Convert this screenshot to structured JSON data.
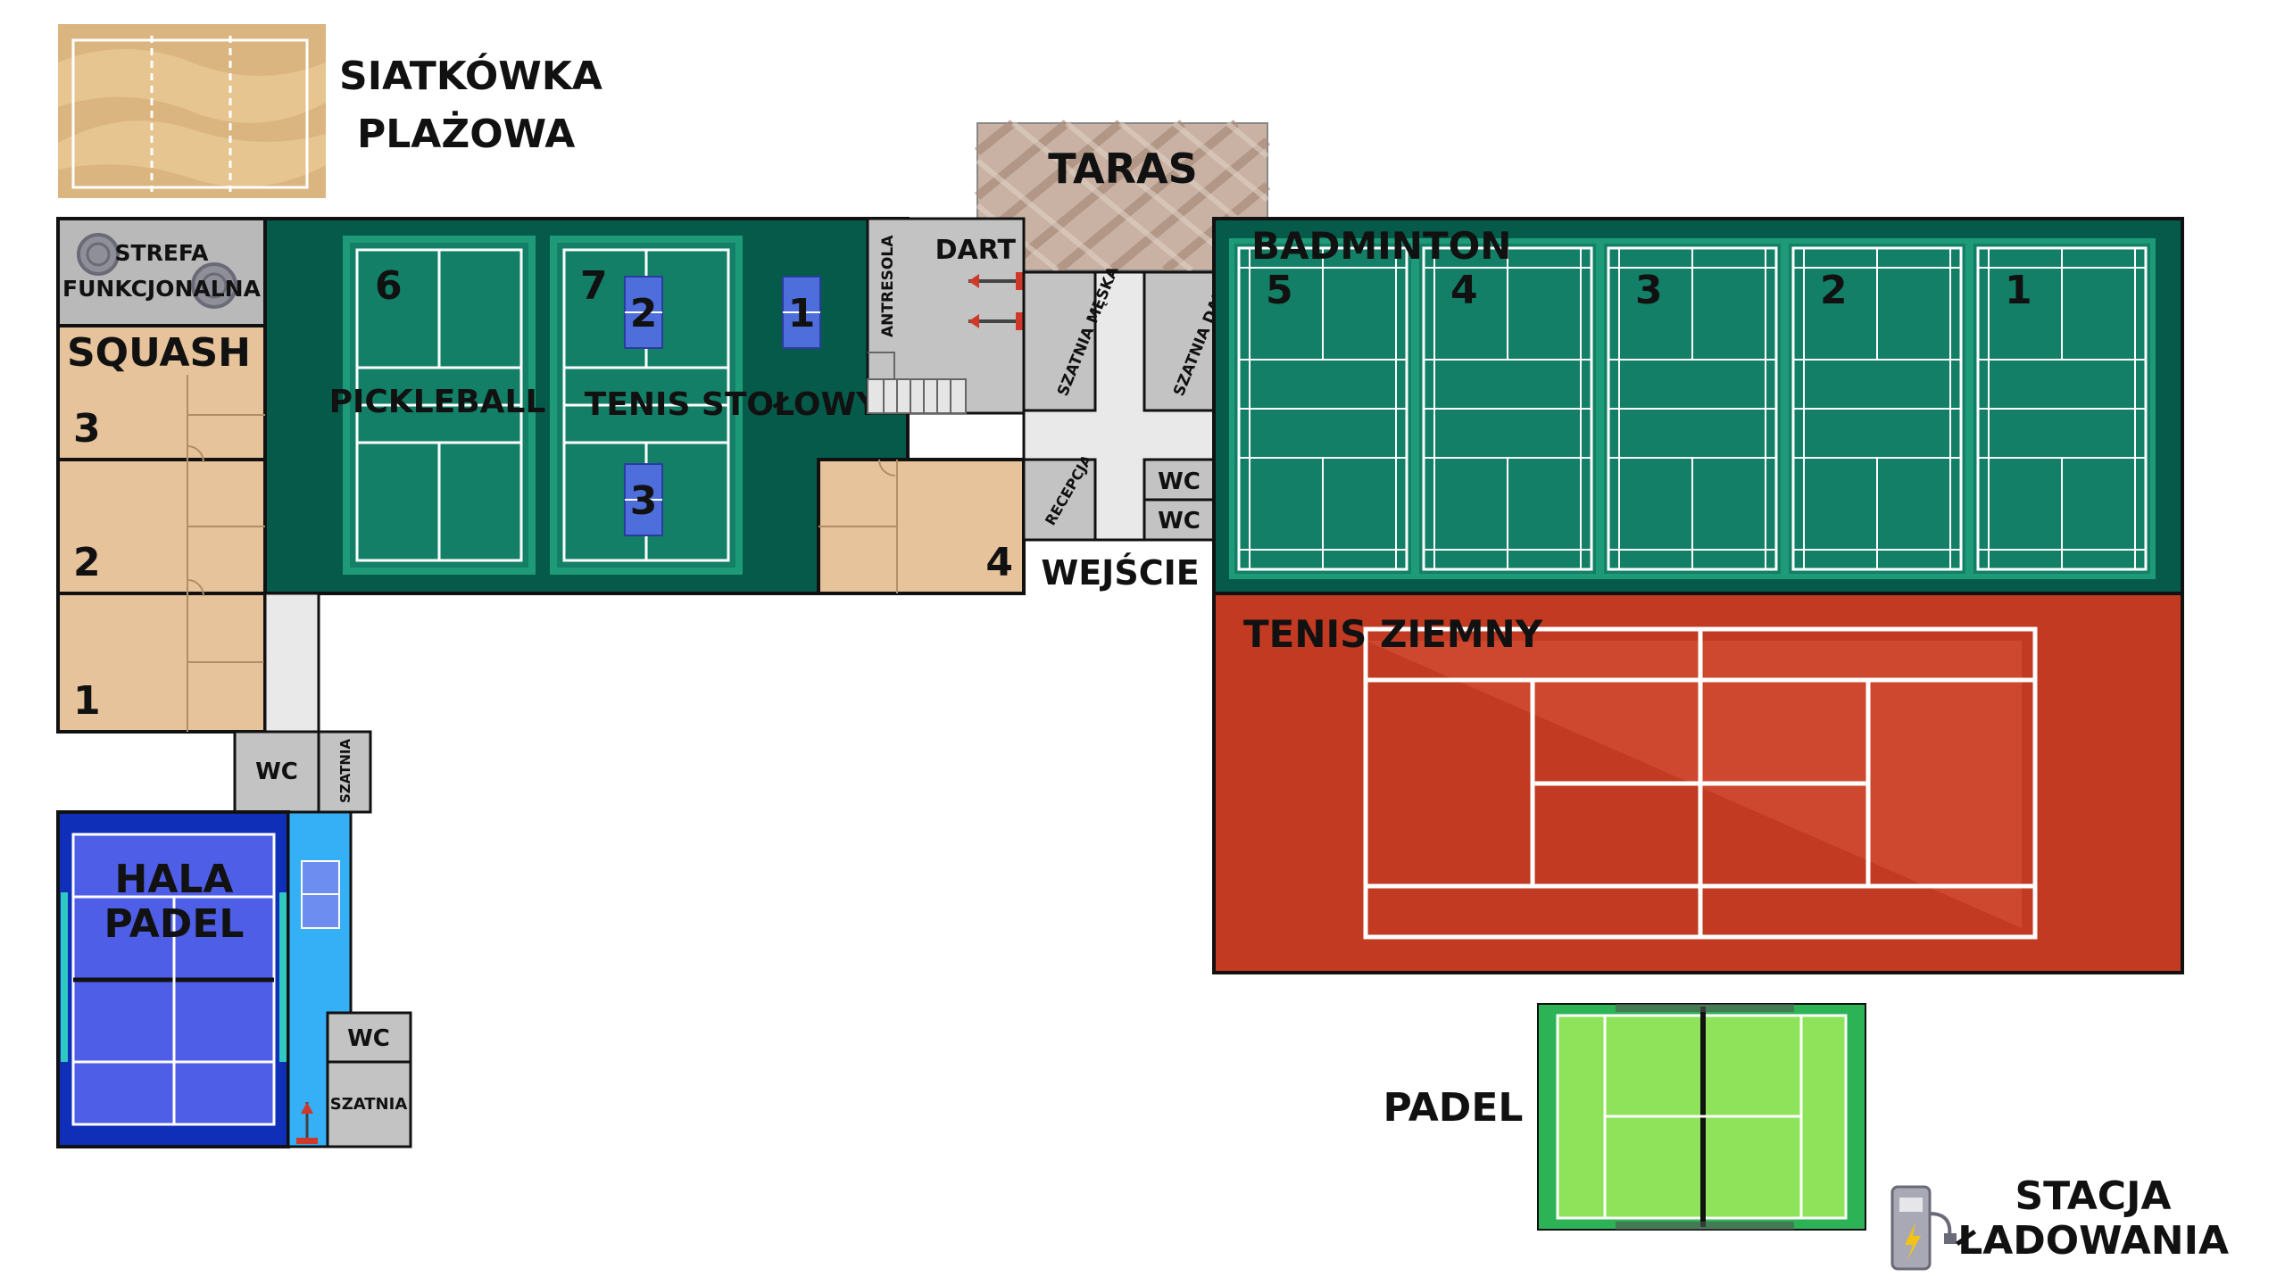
{
  "colors": {
    "sand": "#e7c590",
    "sand_wave": "#cfa771",
    "court_green": "#127f66",
    "hall_dark_green": "#065a4a",
    "wood": "#e6c39a",
    "gray": "#c3c3c3",
    "corridor": "#e9e9e9",
    "clay": "#c23a22",
    "padel_blue": "#4f5ee6",
    "padel_dark_blue": "#0f2fb8",
    "aisle_blue": "#35aff5",
    "grass": "#8ee35a",
    "table_blue": "#4d6edb"
  },
  "labels": {
    "beach_volley": [
      "SIATKÓWKA",
      "PLAŻOWA"
    ],
    "terrace": "TARAS",
    "functional_zone": [
      "STREFA",
      "FUNKCJONALNA"
    ],
    "squash": "SQUASH",
    "squash_courts": [
      "3",
      "2",
      "1"
    ],
    "pickleball": "PICKLEBALL",
    "pickleball_courts": [
      "6",
      "7"
    ],
    "table_tennis": "TENIS STOŁOWY",
    "table_tennis_tables": [
      "2",
      "1",
      "3"
    ],
    "darts": "DART",
    "mezzanine": "ANTRESOLA",
    "room_4": "4",
    "mens_locker": "SZATNIA MĘSKA",
    "womens_locker": "SZATNIA DAMSKA",
    "reception": "RECEPCJA",
    "wc": "WC",
    "locker_room": "SZATNIA",
    "entrance": "WEJŚCIE",
    "badminton": "BADMINTON",
    "badminton_courts": [
      "5",
      "4",
      "3",
      "2",
      "1"
    ],
    "tennis": "TENIS ZIEMNY",
    "padel_hall": [
      "HALA",
      "PADEL"
    ],
    "padel": "PADEL",
    "charging_station": [
      "STACJA",
      "ŁADOWANIA"
    ]
  },
  "icons": [
    "weights-icon",
    "dart-icon",
    "stairs-icon",
    "ev-charger-icon",
    "door-icon"
  ]
}
